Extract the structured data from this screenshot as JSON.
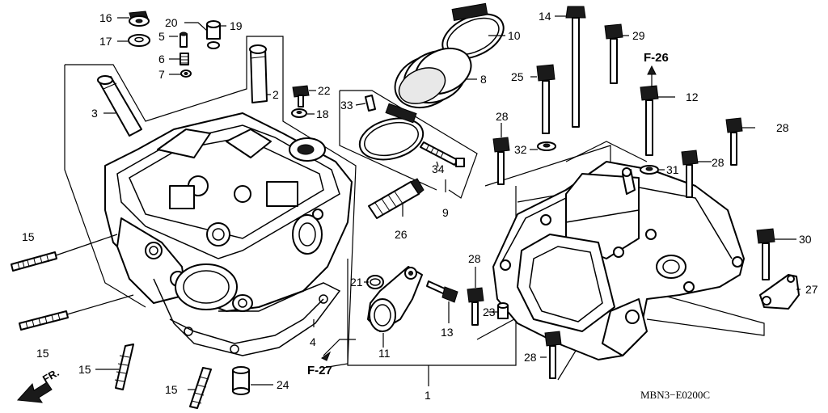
{
  "diagram": {
    "drawing_code": "MBN3−E0200C",
    "front_indicator": "FR.",
    "references": {
      "f26": "F-26",
      "f27": "F-27"
    },
    "callouts": {
      "c1": "1",
      "c2": "2",
      "c3": "3",
      "c4": "4",
      "c5": "5",
      "c6": "6",
      "c7": "7",
      "c8": "8",
      "c9": "9",
      "c10": "10",
      "c11": "11",
      "c12": "12",
      "c13": "13",
      "c14": "14",
      "c15a": "15",
      "c15b": "15",
      "c15c": "15",
      "c15d": "15",
      "c16": "16",
      "c17": "17",
      "c18": "18",
      "c19": "19",
      "c20": "20",
      "c21": "21",
      "c22": "22",
      "c23": "23",
      "c24": "24",
      "c25": "25",
      "c26": "26",
      "c27": "27",
      "c28a": "28",
      "c28b": "28",
      "c28c": "28",
      "c28d": "28",
      "c28e": "28",
      "c29": "29",
      "c30": "30",
      "c31": "31",
      "c32": "32",
      "c33": "33",
      "c34": "34"
    }
  }
}
